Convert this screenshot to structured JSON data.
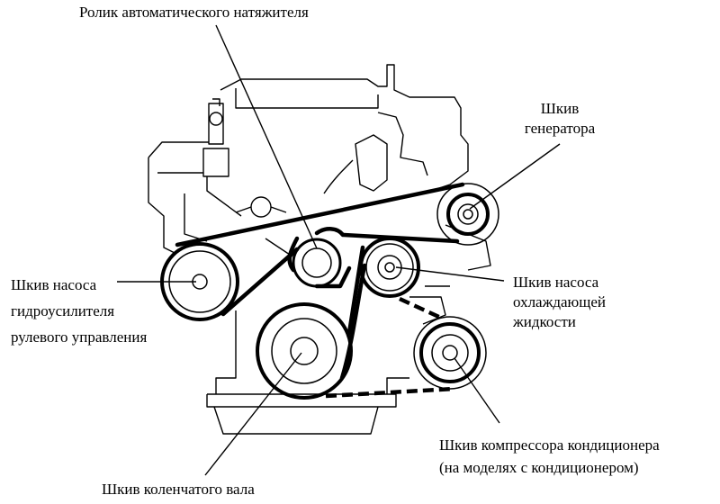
{
  "labels": {
    "tensioner": "Ролик автоматического натяжителя",
    "alternator": [
      "Шкив",
      "генератора"
    ],
    "power_steering": [
      "Шкив насоса",
      "гидроусилителя",
      "рулевого управления"
    ],
    "water_pump": [
      "Шкив насоса",
      "охлаждающей",
      "жидкости"
    ],
    "ac_compressor": [
      "Шкив компрессора кондиционера",
      "(на моделях с кондиционером)"
    ],
    "crankshaft": "Шкив коленчатого вала"
  },
  "colors": {
    "ink": "#000000",
    "background": "#ffffff"
  }
}
